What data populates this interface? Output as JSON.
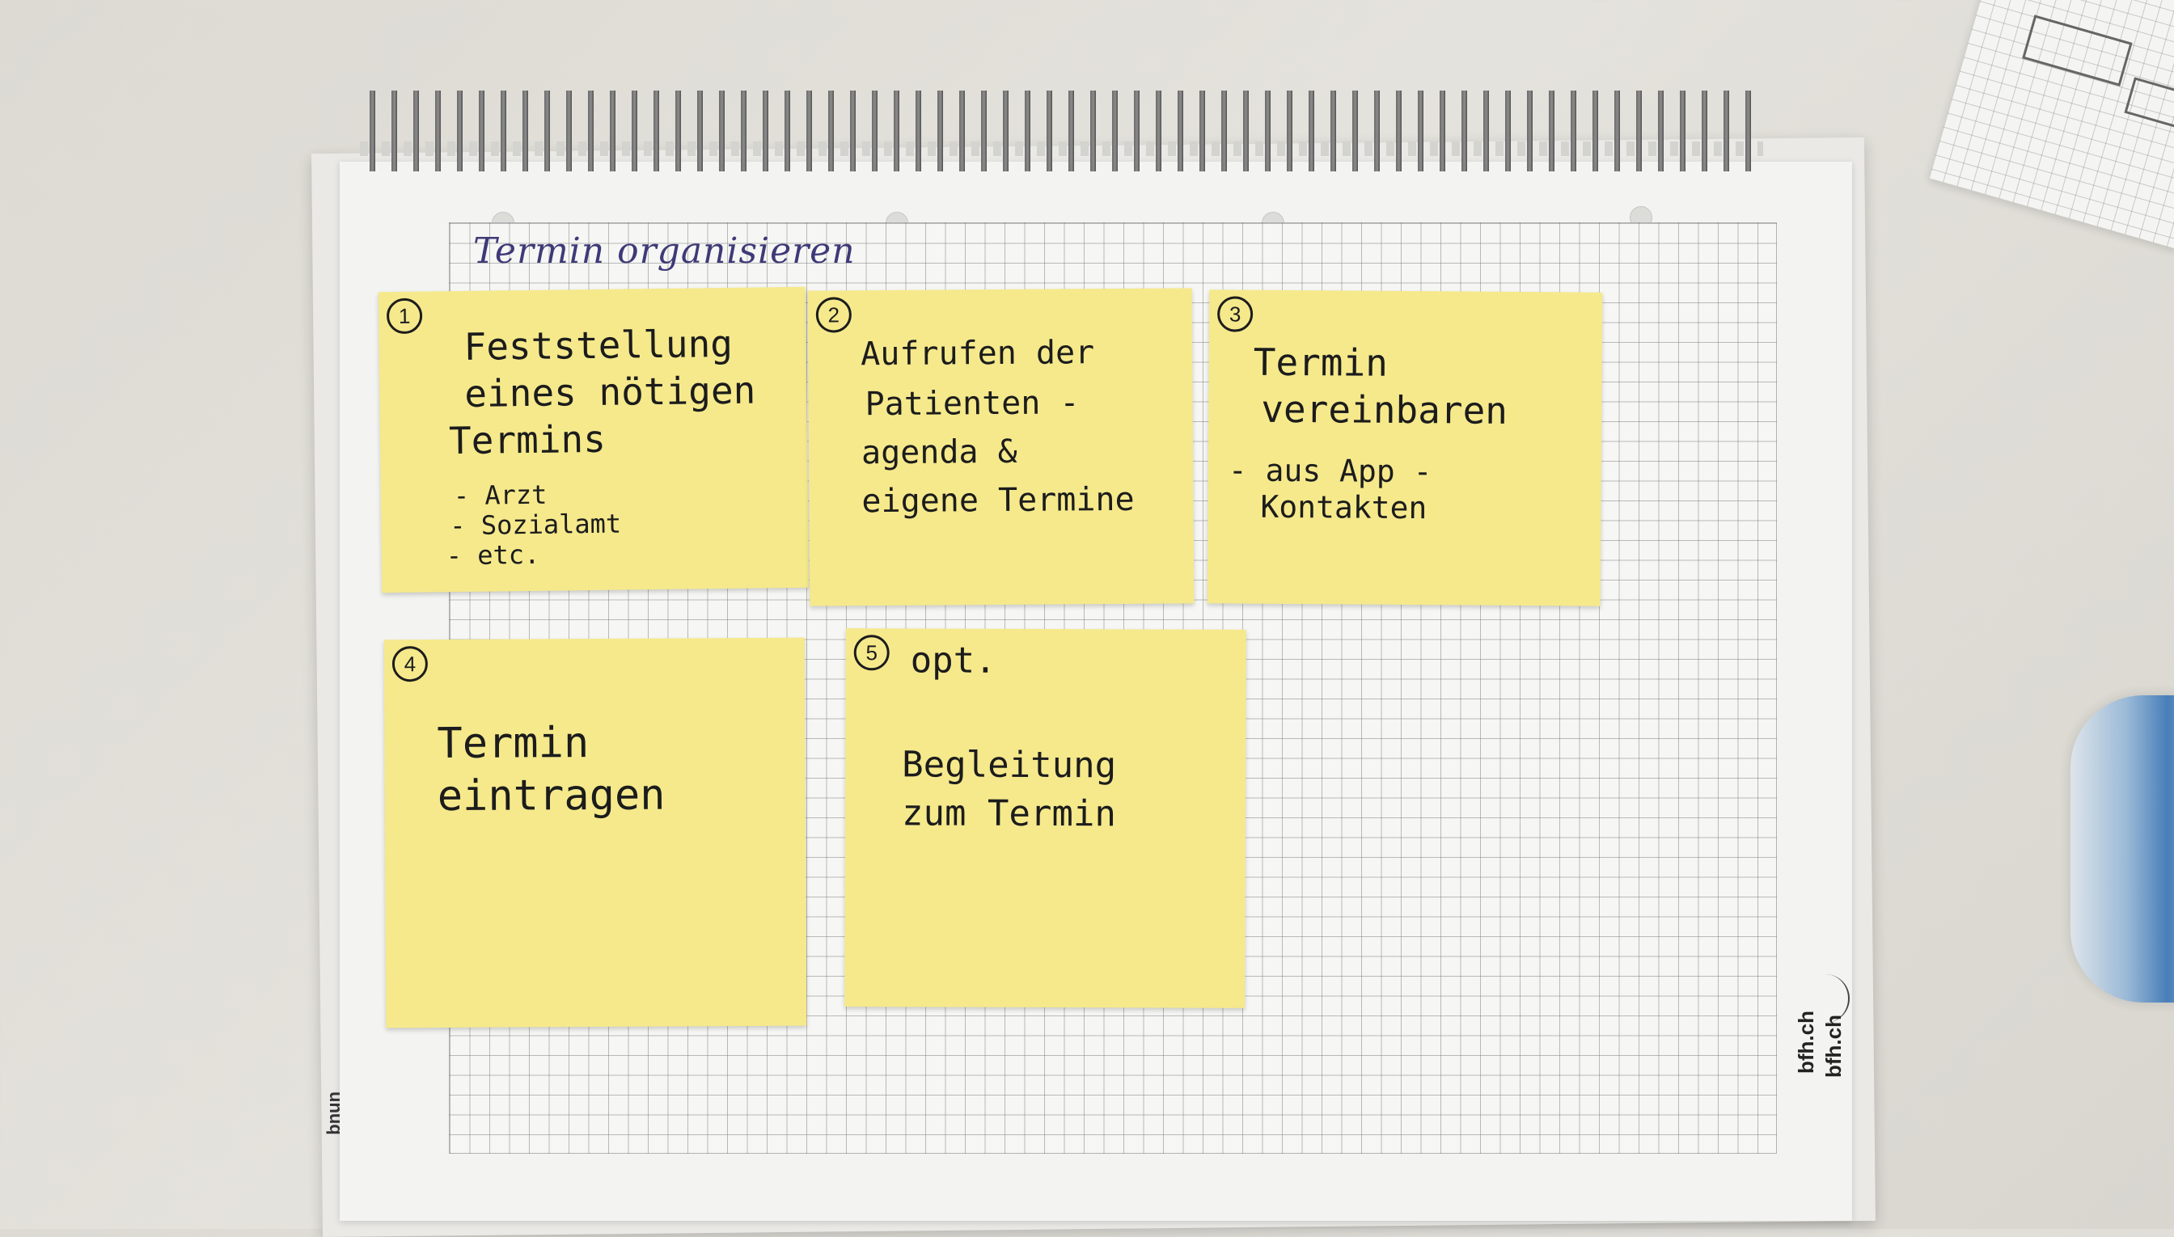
{
  "page_title": "Termin organisieren",
  "brand": "bfh.ch",
  "side_text": "unuq",
  "notes": [
    {
      "number": "1",
      "lines": [
        "Feststellung",
        "eines nötigen",
        "Termins"
      ],
      "bullets": [
        "- Arzt",
        "- Sozialamt",
        "- etc."
      ]
    },
    {
      "number": "2",
      "lines": [
        "Aufrufen der",
        "Patienten -",
        "agenda &",
        "eigene Termine"
      ]
    },
    {
      "number": "3",
      "lines": [
        "Termin",
        "vereinbaren"
      ],
      "bullets": [
        "- aus App -",
        "Kontakten"
      ]
    },
    {
      "number": "4",
      "lines": [
        "Termin",
        "eintragen"
      ]
    },
    {
      "number": "5",
      "prefix": "opt.",
      "lines": [
        "Begleitung",
        "zum Termin"
      ]
    }
  ],
  "colors": {
    "sticky_note": "#f5e98c",
    "title_ink": "#3e3a78",
    "grid_paper": "#f6f6f4"
  }
}
